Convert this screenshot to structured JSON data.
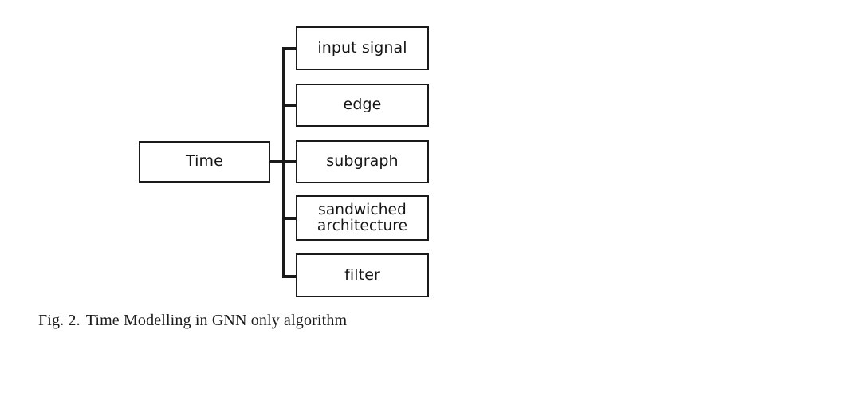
{
  "figure": {
    "caption_number": "Fig. 2.",
    "caption_text": "Time Modelling in GNN only algorithm",
    "caption_full": "Fig. 2.  Time Modelling in GNN only algorithm"
  },
  "diagram": {
    "type": "tree",
    "orientation": "left-to-right",
    "line_color": "#1a1a1a",
    "box_fill": "#ffffff",
    "text_color": "#151515",
    "background": "#ffffff",
    "root": {
      "label": "Time"
    },
    "children": [
      {
        "label": "input signal"
      },
      {
        "label": "edge"
      },
      {
        "label": "subgraph"
      },
      {
        "label": "sandwiched\narchitecture"
      },
      {
        "label": "filter"
      }
    ]
  }
}
